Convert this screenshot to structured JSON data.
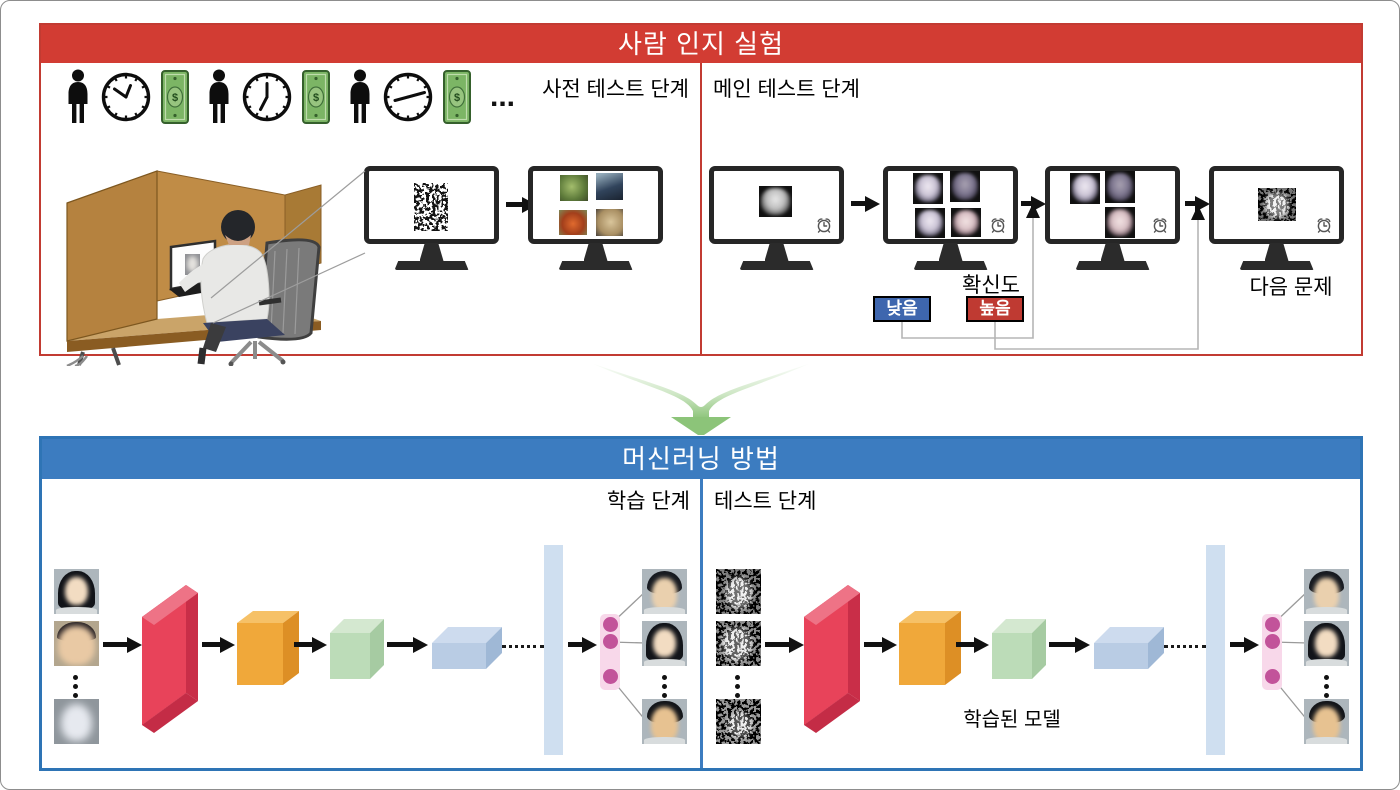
{
  "figure": {
    "top_panel": {
      "title": "사람 인지 실험",
      "pretest_label": "사전 테스트 단계",
      "maintest_label": "메인 테스트 단계",
      "icons_ellipsis": "...",
      "money_symbol": "$",
      "confidence_label": "확신도",
      "low_button_label": "낮음",
      "high_button_label": "높음",
      "next_question_label": "다음 문제"
    },
    "bottom_panel": {
      "title": "머신러닝 방법",
      "train_stage_label": "학습 단계",
      "test_stage_label": "테스트 단계",
      "trained_model_label": "학습된 모델"
    },
    "colors": {
      "red_header": "#d23c33",
      "red_border": "#c23b32",
      "blue_header": "#3c7cc0",
      "blue_border": "#2e74b5",
      "low_button": "#3e66ae",
      "high_button": "#bf3a32",
      "conv_block_red": "#e8435a",
      "conv_block_orange": "#f0a83a",
      "conv_block_green": "#bcdcb8",
      "conv_block_blue": "#b8cbe3",
      "fc_bar": "#cfdff0",
      "output_panel_pink": "#f8d8ea",
      "output_node_pink": "#c2539a",
      "money_green": "#7cb565",
      "funnel_green": "#8cc479"
    },
    "icons": [
      "person-icon",
      "clock-icon",
      "money-bill-icon",
      "alarm-clock-icon",
      "merge-arrow-icon",
      "ellipsis-dots"
    ]
  }
}
